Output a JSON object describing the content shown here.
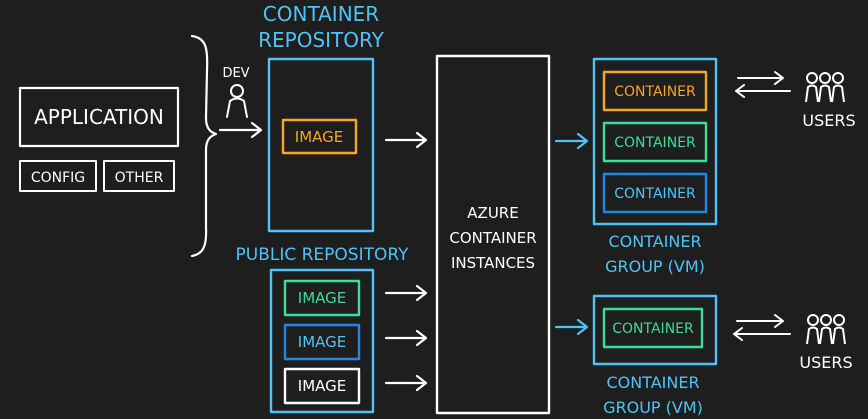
{
  "colors": {
    "background": "#1e1e1e",
    "white": "#ffffff",
    "cyan": "#4fc3f7",
    "orange": "#f5a623",
    "green": "#3ddc97",
    "blue": "#1e88e5"
  },
  "left": {
    "application_label": "APPLICATION",
    "config_label": "CONFIG",
    "other_label": "OTHER",
    "dev_label": "DEV"
  },
  "container_repository": {
    "title_line1": "CONTAINER",
    "title_line2": "REPOSITORY",
    "image_label": "IMAGE"
  },
  "public_repository": {
    "title": "PUBLIC REPOSITORY",
    "images": [
      "IMAGE",
      "IMAGE",
      "IMAGE"
    ]
  },
  "aci": {
    "line1": "AZURE",
    "line2": "CONTAINER",
    "line3": "INSTANCES"
  },
  "group1": {
    "containers": [
      "CONTAINER",
      "CONTAINER",
      "CONTAINER"
    ],
    "label_line1": "CONTAINER",
    "label_line2": "GROUP (VM)",
    "users_label": "USERS"
  },
  "group2": {
    "container": "CONTAINER",
    "label_line1": "CONTAINER",
    "label_line2": "GROUP (VM)",
    "users_label": "USERS"
  }
}
